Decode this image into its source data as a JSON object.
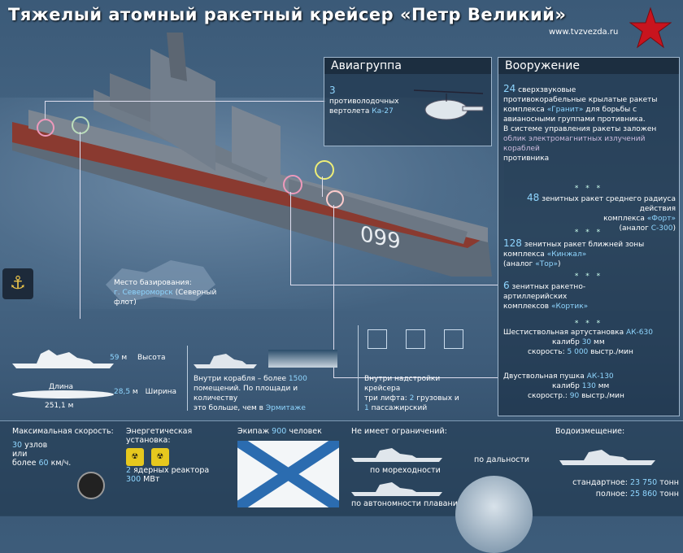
{
  "header": {
    "title": "Тяжелый атомный ракетный крейсер «Петр Великий»",
    "site": "www.tvzvezda.ru"
  },
  "hull_number": "099",
  "air_group": {
    "header": "Авиагруппа",
    "count": "3",
    "text": "противолодочных вертолета",
    "model": "Ка-27"
  },
  "armament": {
    "header": "Вооружение",
    "granit": {
      "count": "24",
      "line1": "сверхзвуковые",
      "line2": "противокорабельные крылатые ракеты",
      "line3_pre": "комплекса",
      "name": "«Гранит»",
      "line3_post": "для борьбы с",
      "line4": "авианосными группами противника.",
      "line5": "В системе управления ракеты заложен",
      "line6": "облик электромагнитных излучений кораблей",
      "line7": "противника"
    },
    "sep": "* * *",
    "fort": {
      "count": "48",
      "line1": "зенитных ракет среднего радиуса действия",
      "line2_pre": "комплекса",
      "name": "«Форт»",
      "analog_pre": "(аналог",
      "analog": "С-300",
      ")": ")"
    },
    "kinzhal": {
      "count": "128",
      "line1": "зенитных ракет ближней зоны",
      "line2_pre": "комплекса",
      "name": "«Кинжал»",
      "analog_pre": "(аналог",
      "analog": "«Тор»",
      "close": ")"
    },
    "kortik": {
      "count": "6",
      "line1": "зенитных ракетно-артиллерийских",
      "line2_pre": "комплексов",
      "name": "«Кортик»"
    },
    "ak630": {
      "line1": "Шестиствольная артустановка",
      "name": "АК-630",
      "cal_label": "калибр",
      "cal": "30",
      "cal_unit": "мм",
      "rate_label": "скорость:",
      "rate": "5 000",
      "rate_unit": "выстр./мин"
    },
    "ak130": {
      "line1": "Двуствольная пушка",
      "name": "АК-130",
      "cal_label": "калибр",
      "cal": "130",
      "cal_unit": "мм",
      "rate_label": "скоростр.:",
      "rate": "90",
      "rate_unit": "выстр./мин"
    }
  },
  "base": {
    "label": "Место базирования:",
    "city": "г. Североморск",
    "fleet": "(Северный флот)"
  },
  "dims": {
    "height_val": "59",
    "height_unit": "м",
    "height_label": "Высота",
    "length_label": "Длина",
    "length_val": "251,1 м",
    "width_val": "28,5",
    "width_unit": "м",
    "width_label": "Ширина"
  },
  "rooms": {
    "text1": "Внутри корабля – более",
    "count": "1500",
    "text2": "помещений. По площади и количеству",
    "text3": "это больше, чем в",
    "museum": "Эрмитаже"
  },
  "lifts": {
    "text1": "Внутри надстройки крейсера",
    "text2": "три лифта:",
    "cargo": "2",
    "cargo_text": "грузовых и",
    "pass": "1",
    "pass_text": "пассажирский"
  },
  "speed": {
    "label": "Максимальная скорость:",
    "knots": "30",
    "knots_unit": "узлов",
    "or": "или",
    "more": "более",
    "kmh": "60",
    "kmh_unit": "км/ч."
  },
  "power": {
    "label": "Энергетическая установка:",
    "count": "2",
    "reactors": "ядерных реактора",
    "mw": "300",
    "mw_unit": "МВт"
  },
  "crew": {
    "label": "Экипаж",
    "count": "900",
    "unit": "человек"
  },
  "limits": {
    "label": "Не имеет ограничений:",
    "sea": "по мореходности",
    "auto": "по автономности плавания",
    "range": "по дальности"
  },
  "displacement": {
    "label": "Водоизмещение:",
    "standard_label": "стандартное:",
    "standard": "23 750",
    "standard_unit": "тонн",
    "full_label": "полное:",
    "full": "25 860",
    "full_unit": "тонн"
  }
}
